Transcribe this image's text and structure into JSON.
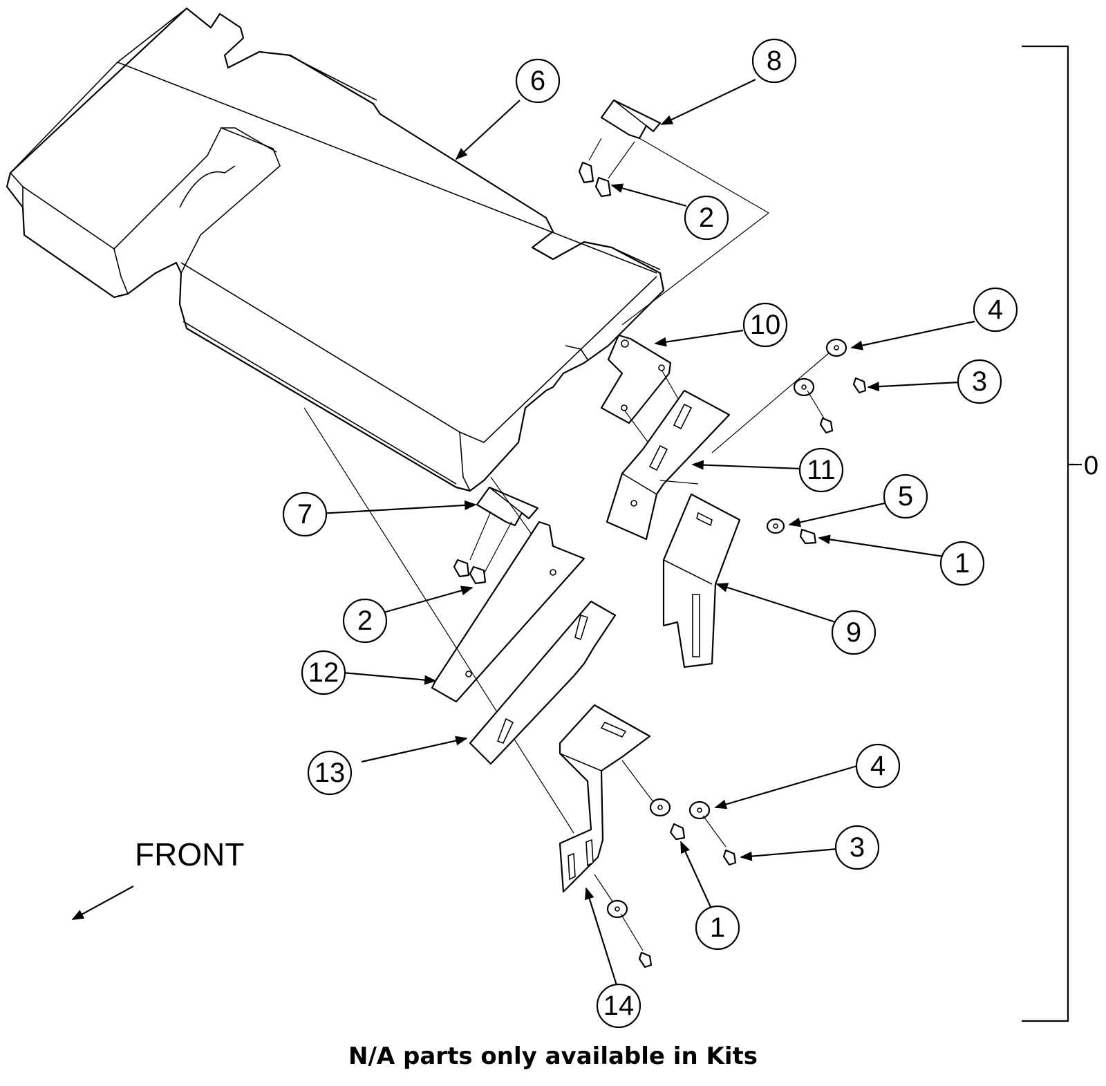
{
  "callouts": [
    {
      "label": "8"
    },
    {
      "label": "6"
    },
    {
      "label": "2"
    },
    {
      "label": "10"
    },
    {
      "label": "4"
    },
    {
      "label": "3"
    },
    {
      "label": "11"
    },
    {
      "label": "5"
    },
    {
      "label": "1"
    },
    {
      "label": "7"
    },
    {
      "label": "9"
    },
    {
      "label": "2"
    },
    {
      "label": "12"
    },
    {
      "label": "13"
    },
    {
      "label": "4"
    },
    {
      "label": "3"
    },
    {
      "label": "1"
    },
    {
      "label": "14"
    }
  ],
  "direction_label": "FRONT",
  "assembly_label": "0",
  "footer_note": "N/A parts only available in Kits",
  "colors": {
    "line": "#000000",
    "background": "#ffffff"
  }
}
